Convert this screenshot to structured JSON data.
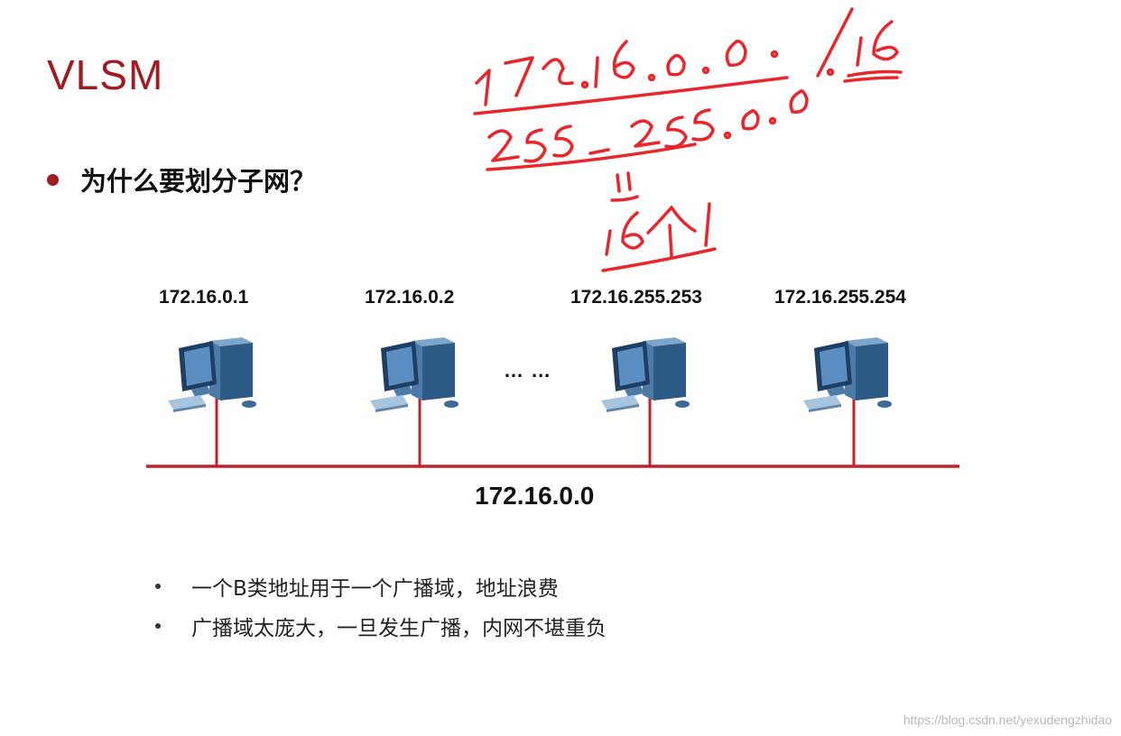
{
  "slide": {
    "title": "VLSM",
    "main_bullet": "为什么要划分子网？",
    "hosts": [
      {
        "ip": "172.16.0.1"
      },
      {
        "ip": "172.16.0.2"
      },
      {
        "ip": "172.16.255.253"
      },
      {
        "ip": "172.16.255.254"
      }
    ],
    "ellipsis": "…  …",
    "network_address": "172.16.0.0",
    "sub_bullets": [
      "一个B类地址用于一个广播域，地址浪费",
      "广播域太庞大，一旦发生广播，内网不堪重负"
    ]
  },
  "annotations": {
    "ink_color": "#e8262b",
    "handwritten_prefix": "172.16.0.0 /16",
    "handwritten_mask": "255.255.0.0",
    "handwritten_equals": "=",
    "handwritten_note": "16个1"
  },
  "watermark": "https://blog.csdn.net/yexudengzhidao",
  "colors": {
    "title": "#a01c22",
    "network_line": "#c0232c",
    "computer_blue": "#3c6a96"
  }
}
